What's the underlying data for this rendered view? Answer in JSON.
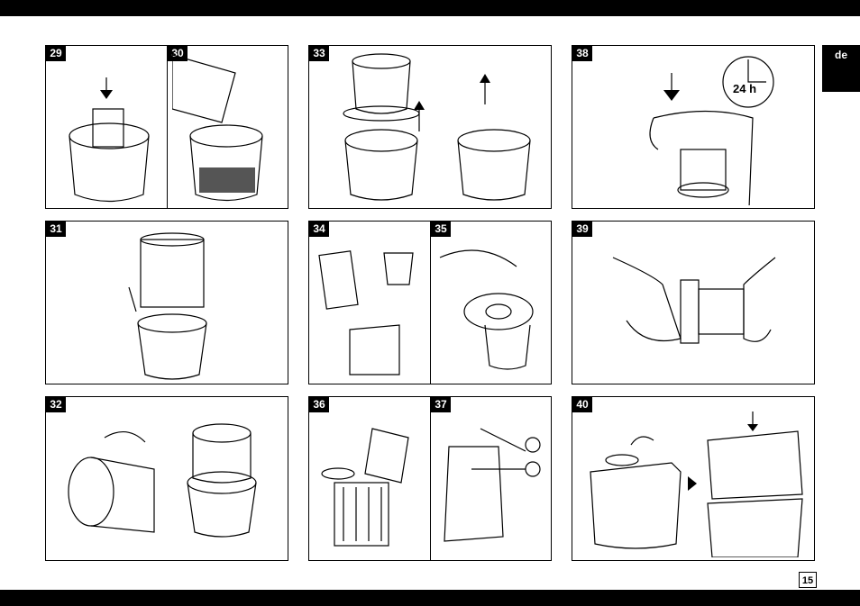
{
  "lang_tab": "de",
  "page_number": "15",
  "clock_label": "24 h",
  "steps": [
    "29",
    "30",
    "31",
    "32",
    "33",
    "34",
    "35",
    "36",
    "37",
    "38",
    "39",
    "40"
  ]
}
